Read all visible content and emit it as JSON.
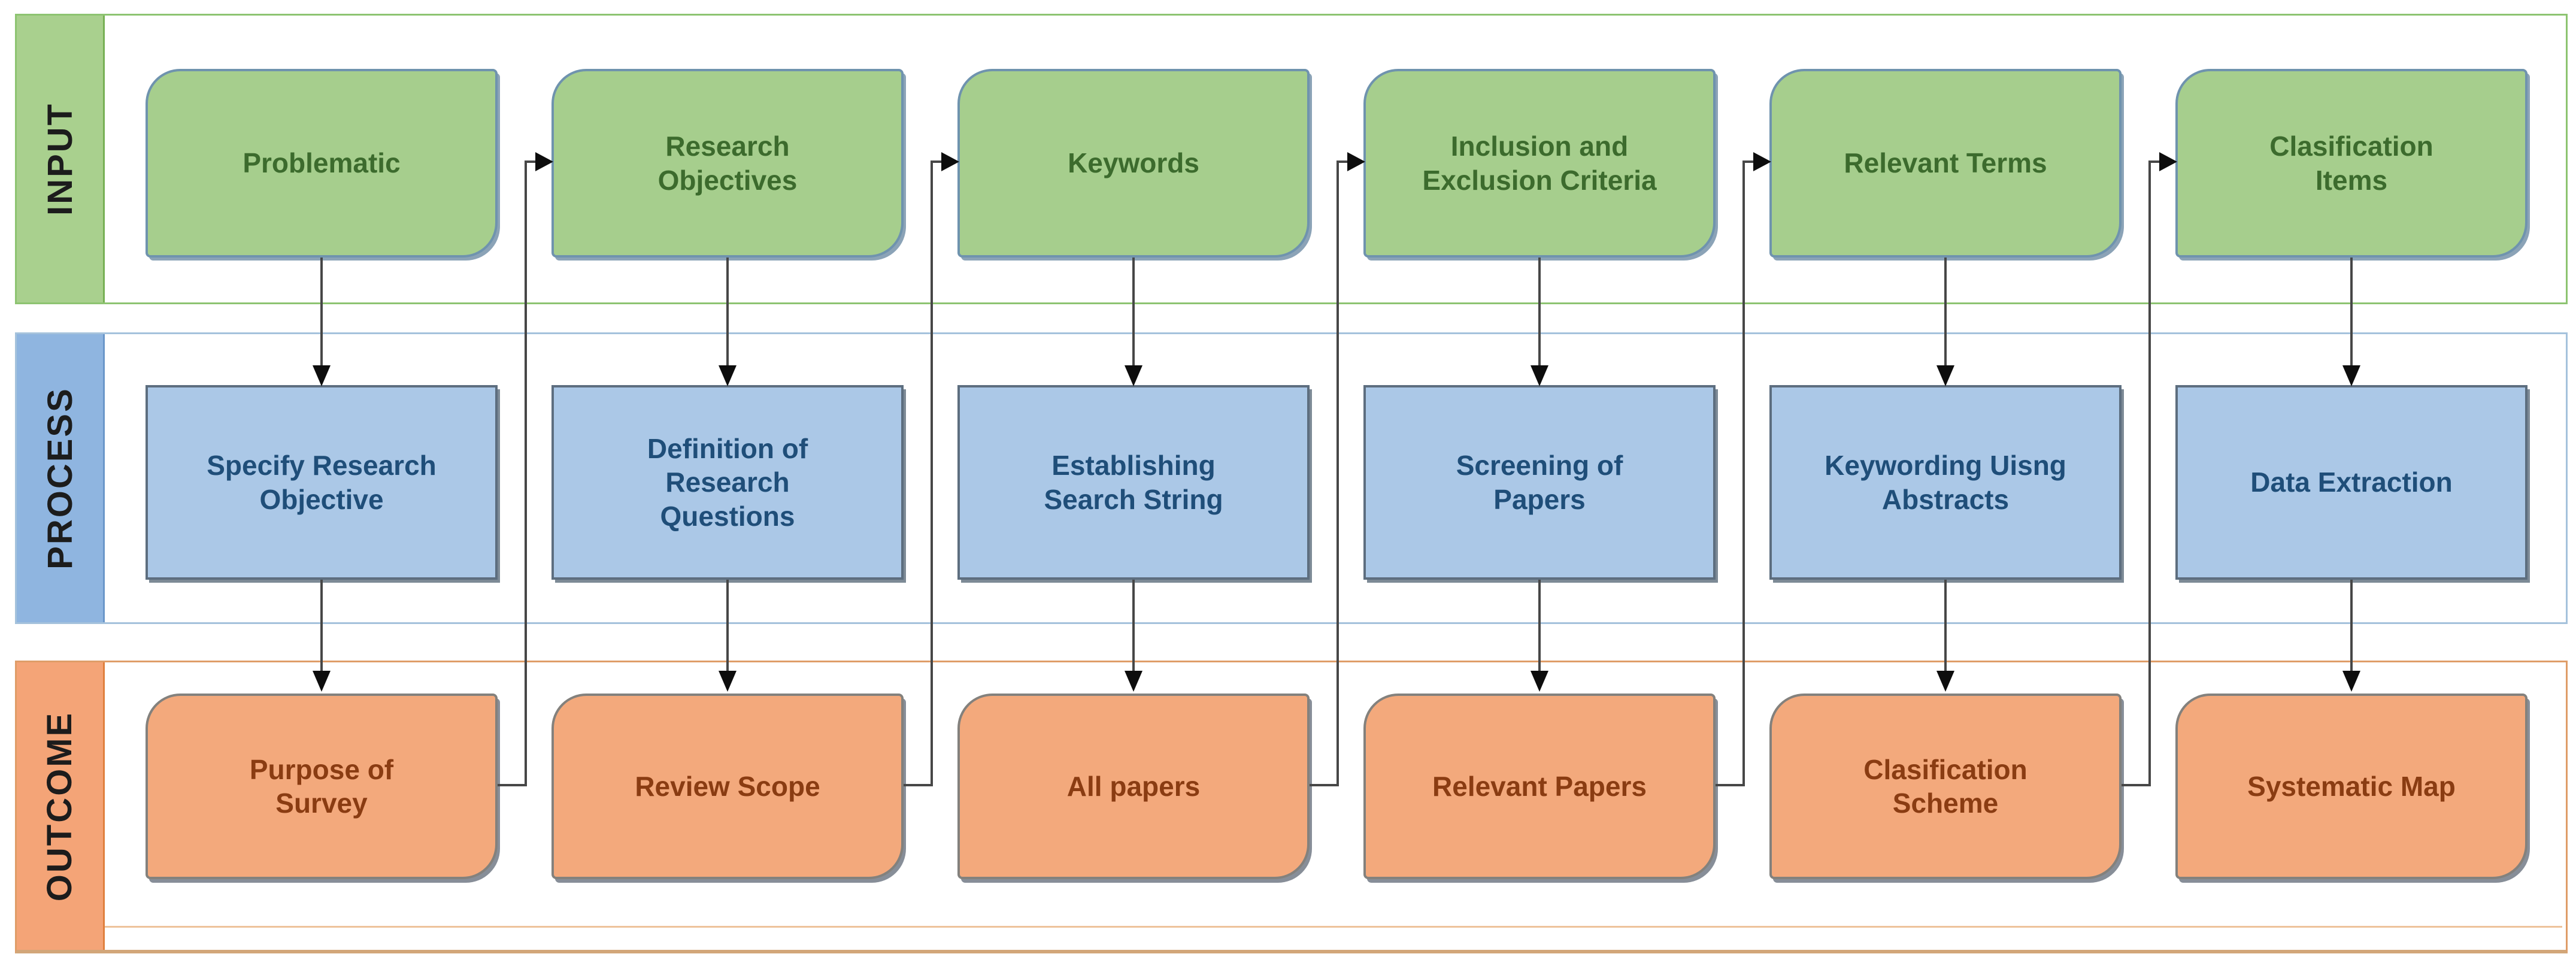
{
  "bands": [
    {
      "id": "input",
      "label": "INPUT"
    },
    {
      "id": "process",
      "label": "PROCESS"
    },
    {
      "id": "outcome",
      "label": "OUTCOME"
    }
  ],
  "columns": [
    {
      "input": "Problematic",
      "process": "Specify Research\nObjective",
      "outcome": "Purpose of\nSurvey"
    },
    {
      "input": "Research\nObjectives",
      "process": "Definition of\nResearch\nQuestions",
      "outcome": "Review Scope"
    },
    {
      "input": "Keywords",
      "process": "Establishing\nSearch String",
      "outcome": "All papers"
    },
    {
      "input": "Inclusion and\nExclusion Criteria",
      "process": "Screening of\nPapers",
      "outcome": "Relevant Papers"
    },
    {
      "input": "Relevant Terms",
      "process": "Keywording Uisng\nAbstracts",
      "outcome": "Clasification\nScheme"
    },
    {
      "input": "Clasification\nItems",
      "process": "Data Extraction",
      "outcome": "Systematic Map"
    }
  ],
  "colors": {
    "input_box_fill": "#a6ce8d",
    "input_box_text": "#3c6b2d",
    "input_band_accent": "#77b055",
    "process_box_fill": "#abc8e7",
    "process_box_text": "#1f4e79",
    "process_band_accent": "#6b97c9",
    "outcome_box_fill": "#f3a97c",
    "outcome_box_text": "#8a3c12",
    "outcome_band_accent": "#e0803f",
    "connector_line": "#474747",
    "arrowhead": "#0d0d0d"
  }
}
